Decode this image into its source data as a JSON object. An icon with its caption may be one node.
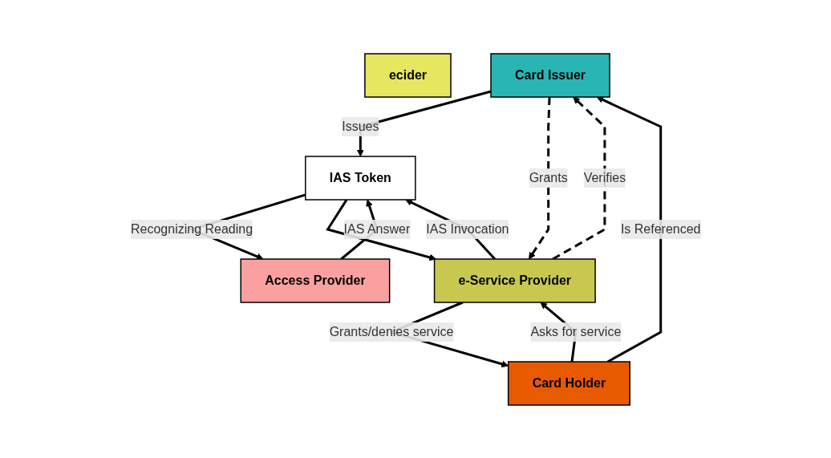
{
  "diagram": {
    "nodes": [
      {
        "text": [
          "ecider"
        ]
      },
      {
        "text": [
          "Card Issuer"
        ]
      },
      {
        "text": [
          "IAS Token"
        ]
      },
      {
        "text": [
          "Access Provider"
        ]
      },
      {
        "text": [
          "Card Holder"
        ]
      },
      {
        "text": [
          "e-Service Provider"
        ]
      }
    ],
    "edges": [
      {
        "from": 1,
        "to": 2,
        "arrow": "to",
        "label": "Issues"
      },
      {
        "from": 4,
        "to": 1,
        "arrow": "to",
        "label": "Is Referenced"
      },
      {
        "from": 2,
        "to": 3,
        "arrow": "to",
        "label": "Recognizing Reading"
      },
      {
        "from": 3,
        "to": 2,
        "arrow": "to",
        "label": "IAS Answer"
      },
      {
        "from": 5,
        "to": 2,
        "arrow": "to",
        "label": "IAS Invocation"
      },
      {
        "from": 2,
        "to": 5,
        "arrow": "to"
      },
      {
        "from": 5,
        "to": 1,
        "arrow": "to",
        "label": "Verifies",
        "style": "dashed"
      },
      {
        "from": 1,
        "to": 5,
        "arrow": "to",
        "label": "Grants",
        "style": "dashed"
      },
      {
        "from": 4,
        "to": 5,
        "arrow": "to",
        "label": "Asks for service"
      },
      {
        "from": 5,
        "to": 4,
        "arrow": "to",
        "label": "Grants/denies service"
      }
    ]
  }
}
